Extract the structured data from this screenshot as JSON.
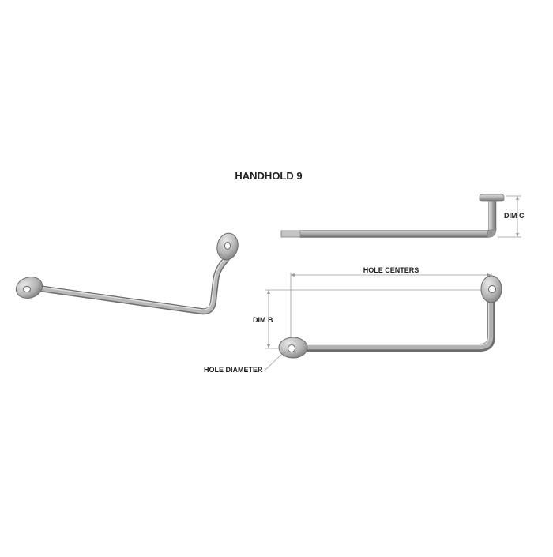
{
  "title": "HANDHOLD 9",
  "labels": {
    "dim_c": "DIM C",
    "hole_centers": "HOLE CENTERS",
    "dim_b": "DIM B",
    "hole_diameter": "HOLE DIAMETER"
  },
  "colors": {
    "metal_dark": "#6f6f6f",
    "metal_mid": "#a9a9a9",
    "metal_light": "#dcdcdc",
    "dimension_line": "#9a9a9a",
    "text": "#222222"
  }
}
